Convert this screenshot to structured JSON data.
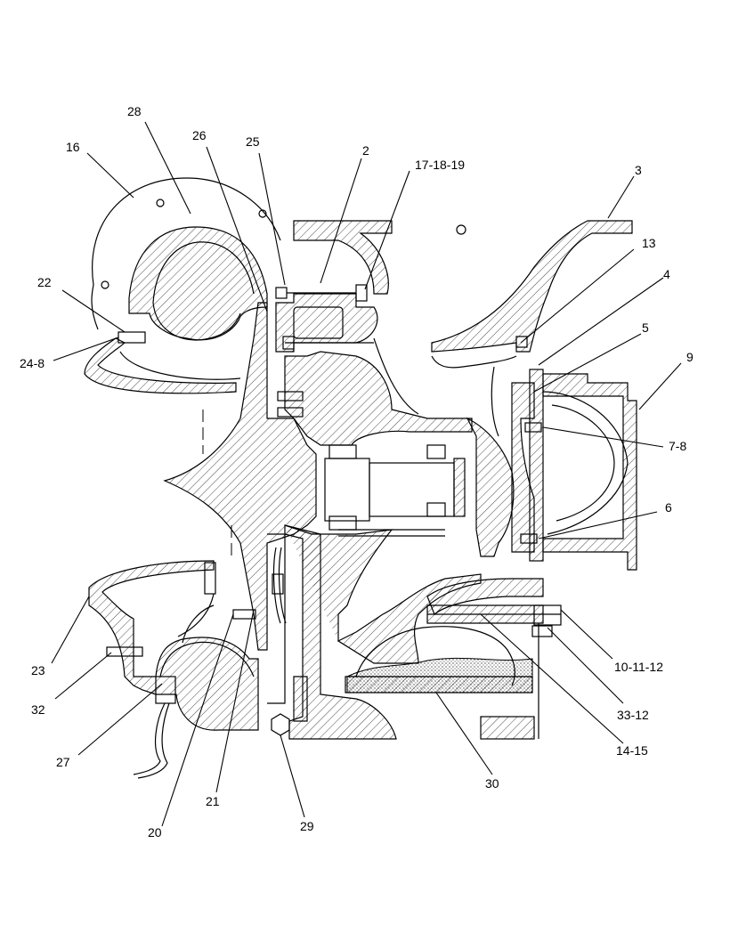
{
  "diagram": {
    "callouts": [
      {
        "id": "c16",
        "label": "16"
      },
      {
        "id": "c28",
        "label": "28"
      },
      {
        "id": "c26",
        "label": "26"
      },
      {
        "id": "c25",
        "label": "25"
      },
      {
        "id": "c2",
        "label": "2"
      },
      {
        "id": "c17",
        "label": "17-18-19"
      },
      {
        "id": "c3",
        "label": "3"
      },
      {
        "id": "c13",
        "label": "13"
      },
      {
        "id": "c4",
        "label": "4"
      },
      {
        "id": "c5",
        "label": "5"
      },
      {
        "id": "c9",
        "label": "9"
      },
      {
        "id": "c22",
        "label": "22"
      },
      {
        "id": "c24",
        "label": "24-8"
      },
      {
        "id": "c78",
        "label": "7-8"
      },
      {
        "id": "c6",
        "label": "6"
      },
      {
        "id": "c23",
        "label": "23"
      },
      {
        "id": "c32",
        "label": "32"
      },
      {
        "id": "c27",
        "label": "27"
      },
      {
        "id": "c20",
        "label": "20"
      },
      {
        "id": "c21",
        "label": "21"
      },
      {
        "id": "c29",
        "label": "29"
      },
      {
        "id": "c30",
        "label": "30"
      },
      {
        "id": "c14",
        "label": "14-15"
      },
      {
        "id": "c33",
        "label": "33-12"
      },
      {
        "id": "c10",
        "label": "10-11-12"
      }
    ]
  }
}
